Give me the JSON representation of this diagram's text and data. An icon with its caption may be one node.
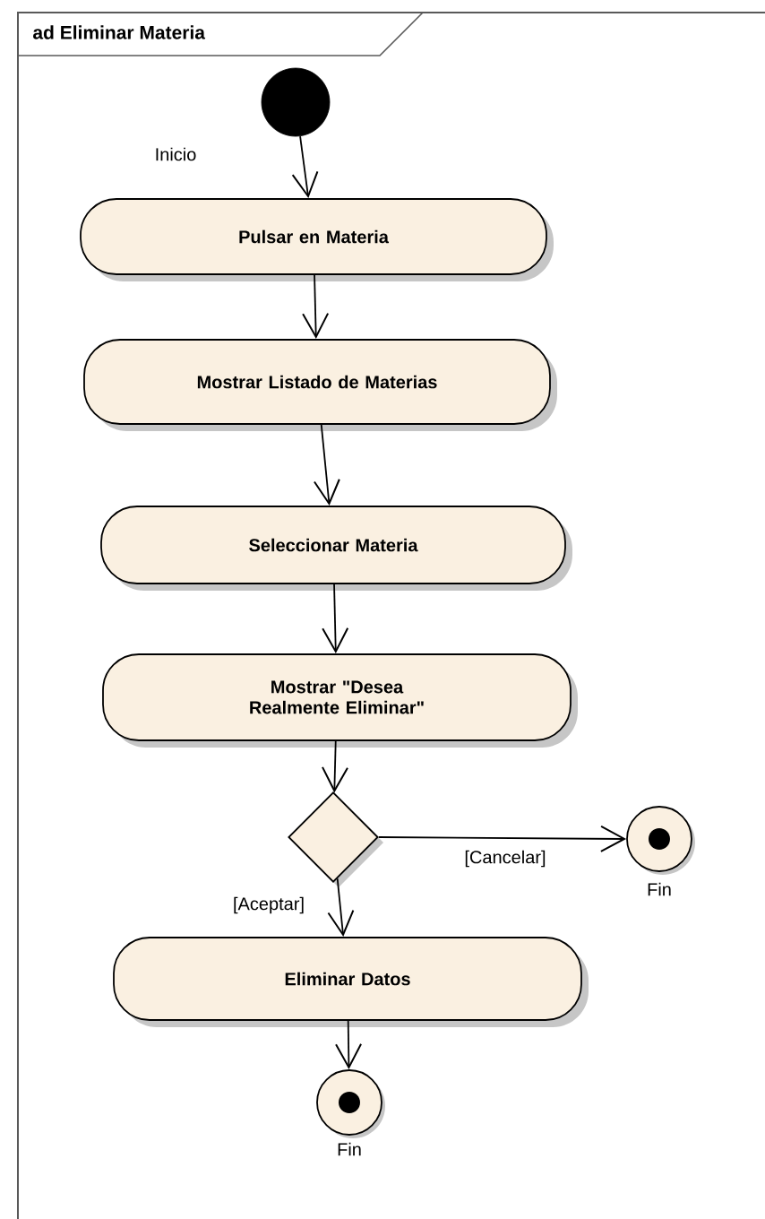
{
  "diagram": {
    "title": "ad Eliminar Materia",
    "nodes": [
      {
        "text": [],
        "shape": "circle"
      },
      {
        "text": [
          "Pulsar en Materia"
        ]
      },
      {
        "text": [
          "Mostrar Listado de Materias"
        ]
      },
      {
        "text": [
          "Seleccionar Materia"
        ]
      },
      {
        "text": [
          "Mostrar \"Desea Realmente Eliminar\""
        ]
      },
      {
        "text": [],
        "shape": "diamond"
      },
      {
        "text": [],
        "shape": "target",
        "beside": [
          "Fin"
        ]
      },
      {
        "text": [
          "Eliminar Datos"
        ]
      },
      {
        "text": [],
        "shape": "target",
        "beside": [
          "Fin"
        ]
      }
    ],
    "edges": [
      {
        "from": 0,
        "to": 1,
        "arrow": "to"
      },
      {
        "from": 1,
        "to": 2,
        "arrow": "to"
      },
      {
        "from": 2,
        "to": 3,
        "arrow": "to"
      },
      {
        "from": 3,
        "to": 4,
        "arrow": "to"
      },
      {
        "from": 4,
        "to": 5,
        "arrow": "to"
      },
      {
        "from": 5,
        "to": 6,
        "arrow": "to",
        "label": "[Cancelar]"
      },
      {
        "from": 5,
        "to": 7,
        "arrow": "to",
        "label": "[Aceptar]"
      },
      {
        "from": 7,
        "to": 8,
        "arrow": "to"
      }
    ],
    "labels": [
      "Inicio"
    ]
  }
}
